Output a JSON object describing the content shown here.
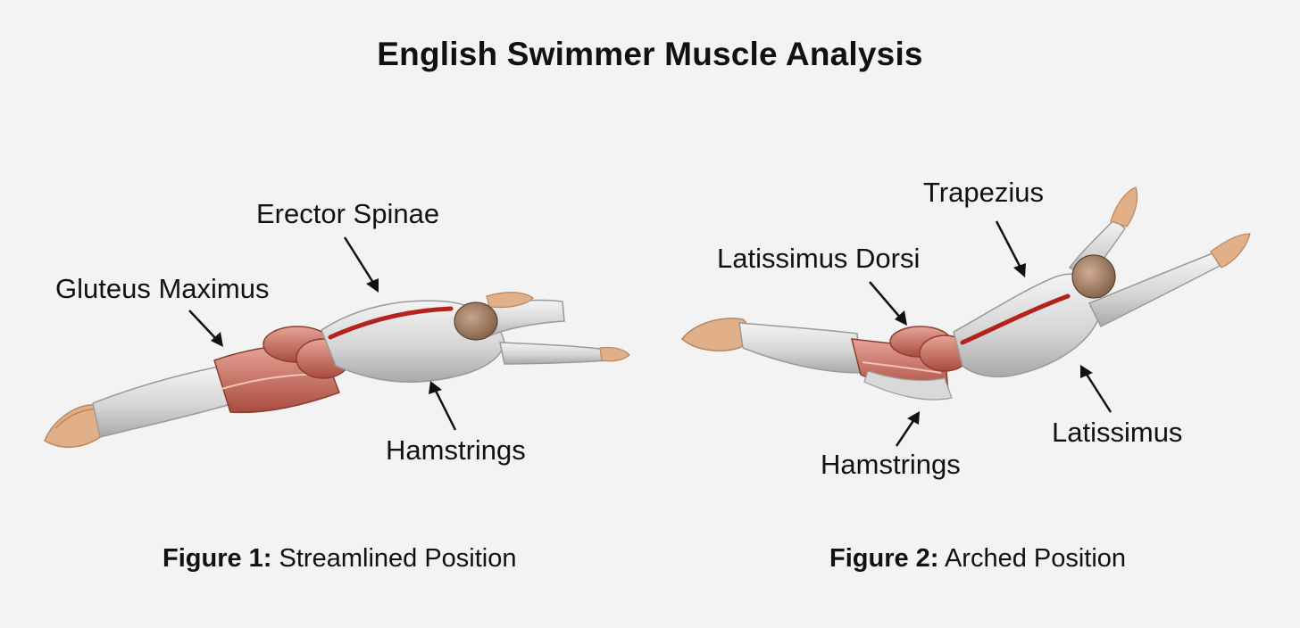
{
  "title": "English Swimmer Muscle Analysis",
  "figures": [
    {
      "caption_prefix": "Figure 1:",
      "caption_text": "Streamlined Position",
      "labels": {
        "erector_spinae": "Erector Spinae",
        "gluteus_maximus": "Gluteus Maximus",
        "hamstrings": "Hamstrings"
      }
    },
    {
      "caption_prefix": "Figure 2:",
      "caption_text": "Arched Position",
      "labels": {
        "trapezius": "Trapezius",
        "latissimus_dorsi": "Latissimus Dorsi",
        "hamstrings": "Hamstrings",
        "latissimus": "Latissimus"
      }
    }
  ],
  "colors": {
    "background": "#f3f3f3",
    "body": "#d9d9d9",
    "muscle_highlight": "#c8705e",
    "spine_line": "#b3221c",
    "skin": "#e4b48c",
    "hair": "#6b4a34"
  }
}
